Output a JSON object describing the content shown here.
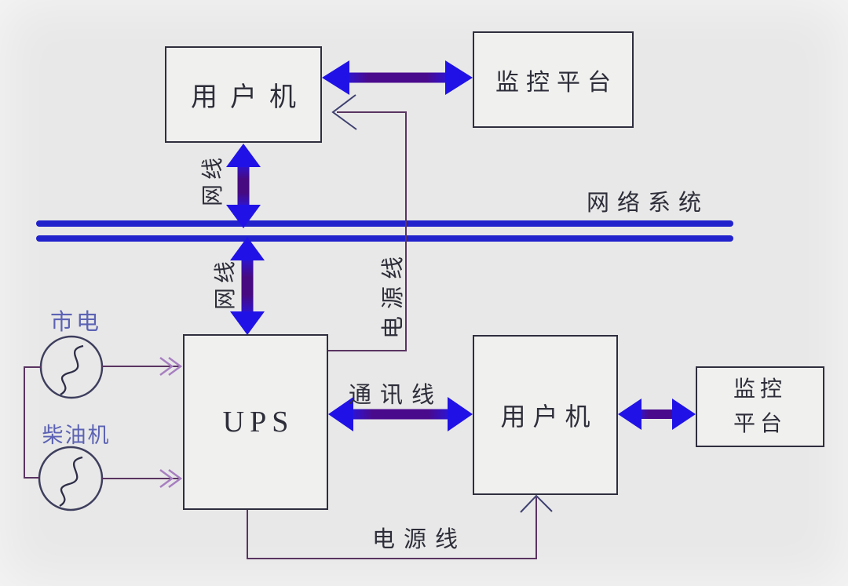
{
  "diagram": {
    "boxes": {
      "user_machine_top": "用户机",
      "monitor_platform_top": "监控平台",
      "ups": "UPS",
      "user_machine_bottom": "用户机",
      "monitor_platform_bottom": "监控平台"
    },
    "labels": {
      "network_system": "网络系统",
      "network_cable_top": "网线",
      "network_cable_bottom": "网线",
      "power_line_vertical": "电源线",
      "power_line_bottom": "电源线",
      "communication_line": "通讯线",
      "mains_power": "市电",
      "diesel_engine": "柴油机"
    },
    "colors": {
      "background": "#e8e8e8",
      "network_line_blue": "#2122cc",
      "arrow_head_blue": "#2012e6",
      "arrow_shaft_purple": "#4a0a8c",
      "thin_line_maroon": "#5a3462",
      "chevron_light_purple": "#a77fc0",
      "open_arrow_slate": "#3e4070",
      "text_dark": "#2e2e3a",
      "text_blue_purple": "#5c63b4",
      "box_border": "#2e2e3e",
      "box_fill": "#f0f0ef"
    }
  }
}
